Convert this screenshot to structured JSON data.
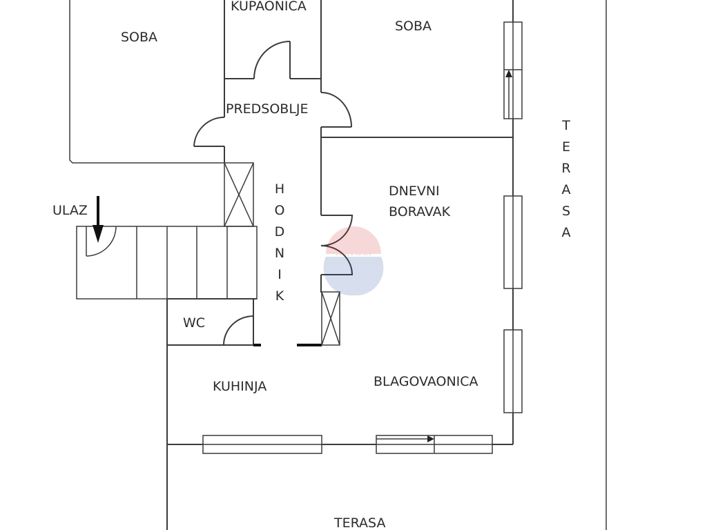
{
  "rooms": {
    "soba_left": "SOBA",
    "kupaonica": "KUPAONICA",
    "soba_right": "SOBA",
    "predsoblje": "PREDSOBLJE",
    "hodnik": "HODNIK",
    "dnevni_boravak_line1": "DNEVNI",
    "dnevni_boravak_line2": "BORAVAK",
    "ulaz": "ULAZ",
    "wc": "WC",
    "kuhinja": "KUHINJA",
    "blagovaonica": "BLAGOVAONICA",
    "terasa_side": "TERASA",
    "terasa_bottom": "TERASA"
  },
  "watermark": {
    "text": "RE/MAX",
    "colors": {
      "red": "#d62b2b",
      "blue": "#1f4fa0"
    }
  },
  "colors": {
    "wall": "#3a3a3a",
    "text": "#2b2b2b",
    "background": "#ffffff",
    "arrow": "#111111"
  }
}
